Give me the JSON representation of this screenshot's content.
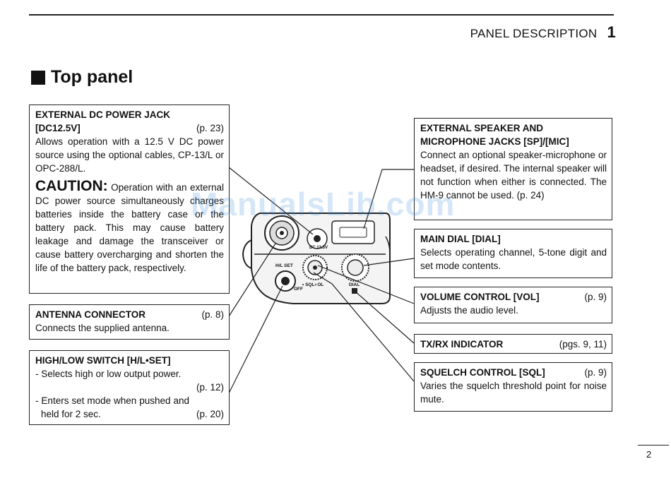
{
  "header": {
    "section": "PANEL DESCRIPTION",
    "chapter": "1"
  },
  "title": "Top panel",
  "watermark": "ManualsLib.com",
  "boxes": {
    "dc_jack": {
      "heading1": "EXTERNAL DC POWER JACK",
      "heading2": "[DC12.5V]",
      "page": "(p. 23)",
      "body": "Allows operation with a 12.5 V DC power source using the optional cables, CP-13/L or OPC-288/L.",
      "caution_label": "CAUTION:",
      "caution_text": " Operation with an external DC power source simultaneously charges batteries inside the battery case or the battery pack. This may cause battery leakage and damage the transceiver or cause battery overcharging and shorten the life of the battery pack, respectively."
    },
    "antenna": {
      "heading": "ANTENNA CONNECTOR",
      "page": "(p. 8)",
      "body": "Connects the supplied antenna."
    },
    "hl_switch": {
      "heading": "HIGH/LOW SWITCH [H/L•SET]",
      "item1": "- Selects high or low output power.",
      "item1_page": "(p. 12)",
      "item2": "- Enters set mode when pushed and held for 2 sec.",
      "item2_page": "(p. 20)"
    },
    "speaker": {
      "heading1": "EXTERNAL SPEAKER AND",
      "heading2": "MICROPHONE JACKS [SP]/[MIC]",
      "body": "Connect an optional speaker-microphone or headset, if desired. The internal speaker will not function when either is connected. The HM-9 cannot be used. (p. 24)"
    },
    "main_dial": {
      "heading": "MAIN DIAL [DIAL]",
      "body": "Selects operating channel, 5-tone digit and set mode contents."
    },
    "volume": {
      "heading": "VOLUME CONTROL [VOL]",
      "page": "(p. 9)",
      "body": "Adjusts the audio level."
    },
    "txrx": {
      "heading": "TX/RX INDICATOR",
      "page": "(pgs. 9, 11)"
    },
    "squelch": {
      "heading": "SQUELCH CONTROL [SQL]",
      "page": "(p. 9)",
      "body": "Varies the squelch threshold point for noise mute."
    }
  },
  "device_labels": {
    "dc": "DC 12.5V",
    "hl": "H/L SET",
    "off": "OFF",
    "sql_vol": "• SQL◐OL",
    "dial": "DIAL"
  },
  "page_number": "2"
}
